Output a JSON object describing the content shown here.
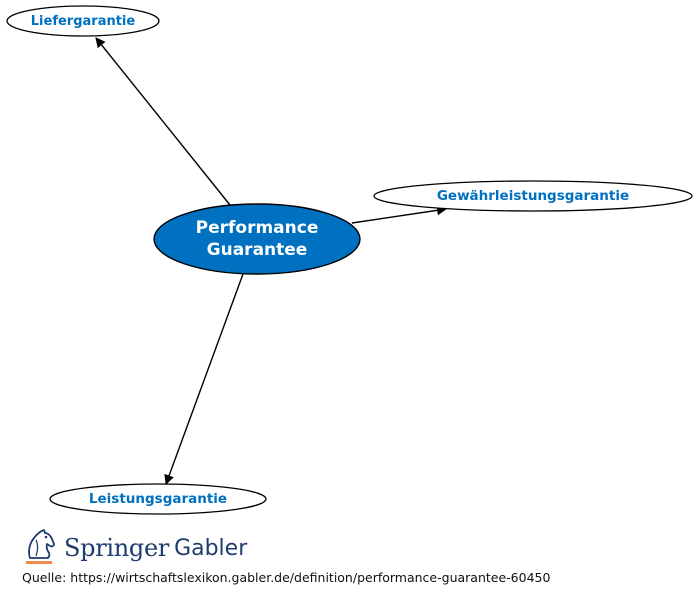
{
  "diagram": {
    "center": {
      "label_line1": "Performance",
      "label_line2": "Guarantee",
      "fill": "#0070c0",
      "text_color": "#ffffff"
    },
    "nodes": [
      {
        "id": "liefergarantie",
        "label": "Liefergarantie"
      },
      {
        "id": "gewaehrleistungsgarantie",
        "label": "Gewährleistungsgarantie"
      },
      {
        "id": "leistungsgarantie",
        "label": "Leistungsgarantie"
      }
    ],
    "node_text_color": "#0070c0",
    "edge_color": "#000000"
  },
  "branding": {
    "logo_icon": "springer-horse-logo-icon",
    "name": "Springer",
    "sub": "Gabler"
  },
  "source": {
    "text": "Quelle: https://wirtschaftslexikon.gabler.de/definition/performance-guarantee-60450"
  }
}
